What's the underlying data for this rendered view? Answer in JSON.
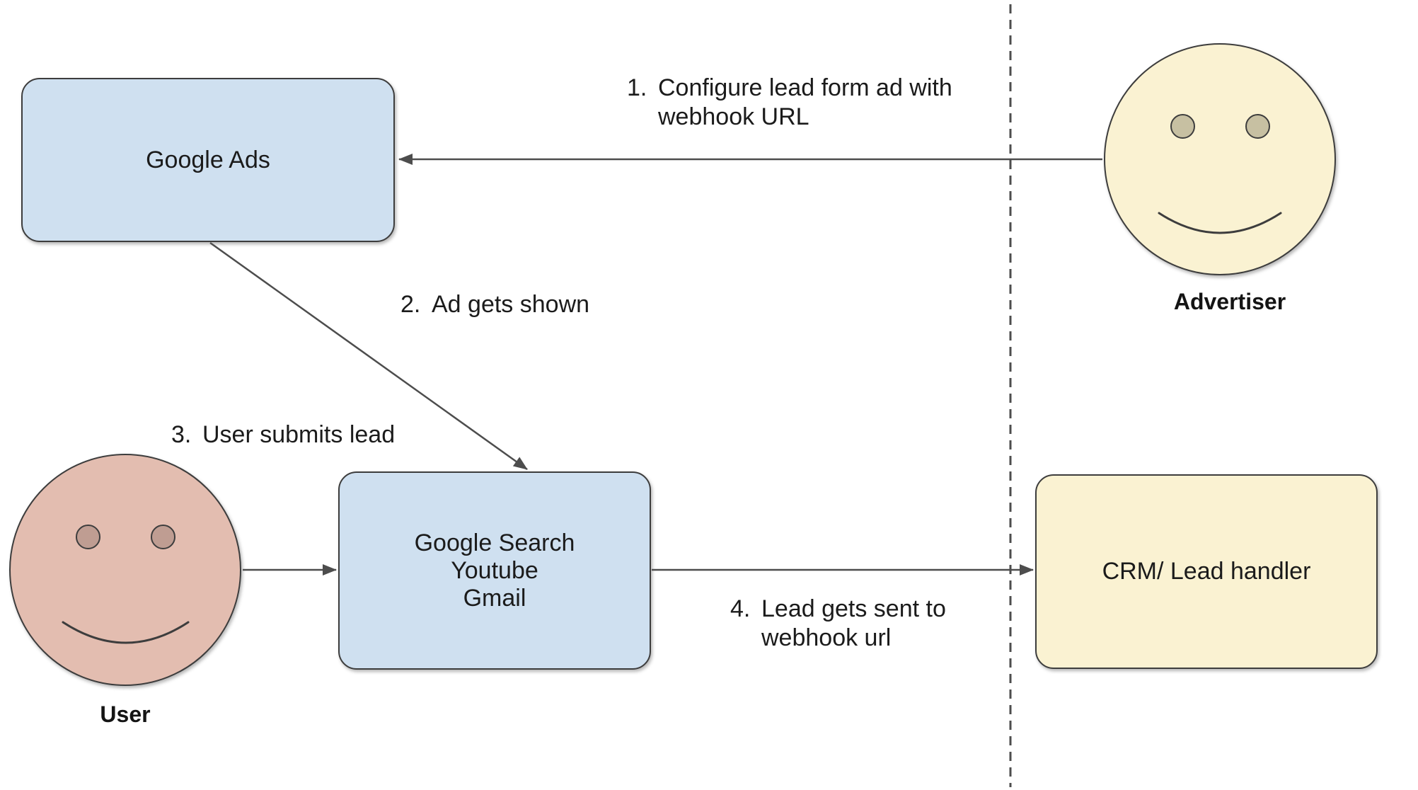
{
  "colors": {
    "blue_fill": "#cfe0f0",
    "yellow_fill": "#faf2d2",
    "pink_fill": "#e3bdb0",
    "advertiser_eye": "#c7c0a2",
    "user_eye": "#bf9d92",
    "stroke": "#3d3d3d",
    "arrow": "#4d4d4d",
    "text": "#1b1b1b"
  },
  "nodes": {
    "google_ads": {
      "label": "Google Ads"
    },
    "google_surfaces": {
      "lines": [
        "Google Search",
        "Youtube",
        "Gmail"
      ]
    },
    "crm": {
      "label": "CRM/ Lead handler"
    },
    "advertiser": {
      "label": "Advertiser"
    },
    "user": {
      "label": "User"
    }
  },
  "steps": [
    {
      "num": "1.",
      "lines": [
        "Configure lead form ad with",
        "webhook URL"
      ]
    },
    {
      "num": "2.",
      "lines": [
        "Ad gets shown"
      ]
    },
    {
      "num": "3.",
      "lines": [
        "User submits lead"
      ]
    },
    {
      "num": "4.",
      "lines": [
        "Lead gets sent to",
        "webhook url"
      ]
    }
  ]
}
